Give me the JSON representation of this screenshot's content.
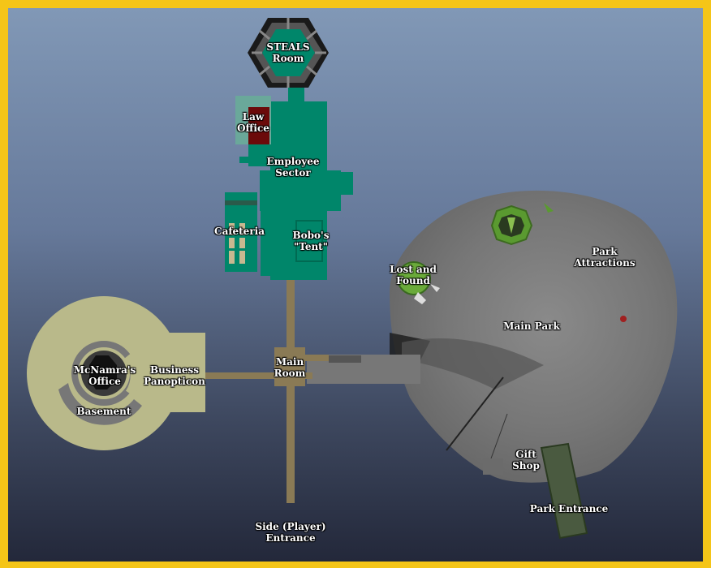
{
  "labels": {
    "steals_room": "STEALS\nRoom",
    "law_office": "Law\nOffice",
    "employee_sector": "Employee\nSector",
    "cafeteria": "Cafeteria",
    "bobos_tent": "Bobo's\n\"Tent\"",
    "main_room": "Main\nRoom",
    "business_panopticon": "Business\nPanopticon",
    "mcnamras_office": "McNamra's\nOffice",
    "basement": "Basement",
    "lost_and_found": "Lost and\nFound",
    "park_attractions": "Park\nAttractions",
    "main_park": "Main Park",
    "gift_shop": "Gift\nShop",
    "park_entrance": "Park Entrance",
    "side_entrance": "Side (Player)\nEntrance"
  },
  "colors": {
    "frame": "#f5c518",
    "employee_teal": "#00866a",
    "park_gray": "#7a7a7a",
    "panopticon_khaki": "#b9b98a",
    "corridor_brown": "#8a7a55",
    "lost_found_green": "#6aaa3a",
    "law_office_red": "#6b0a0a",
    "park_entrance_green": "#4a5a40"
  }
}
